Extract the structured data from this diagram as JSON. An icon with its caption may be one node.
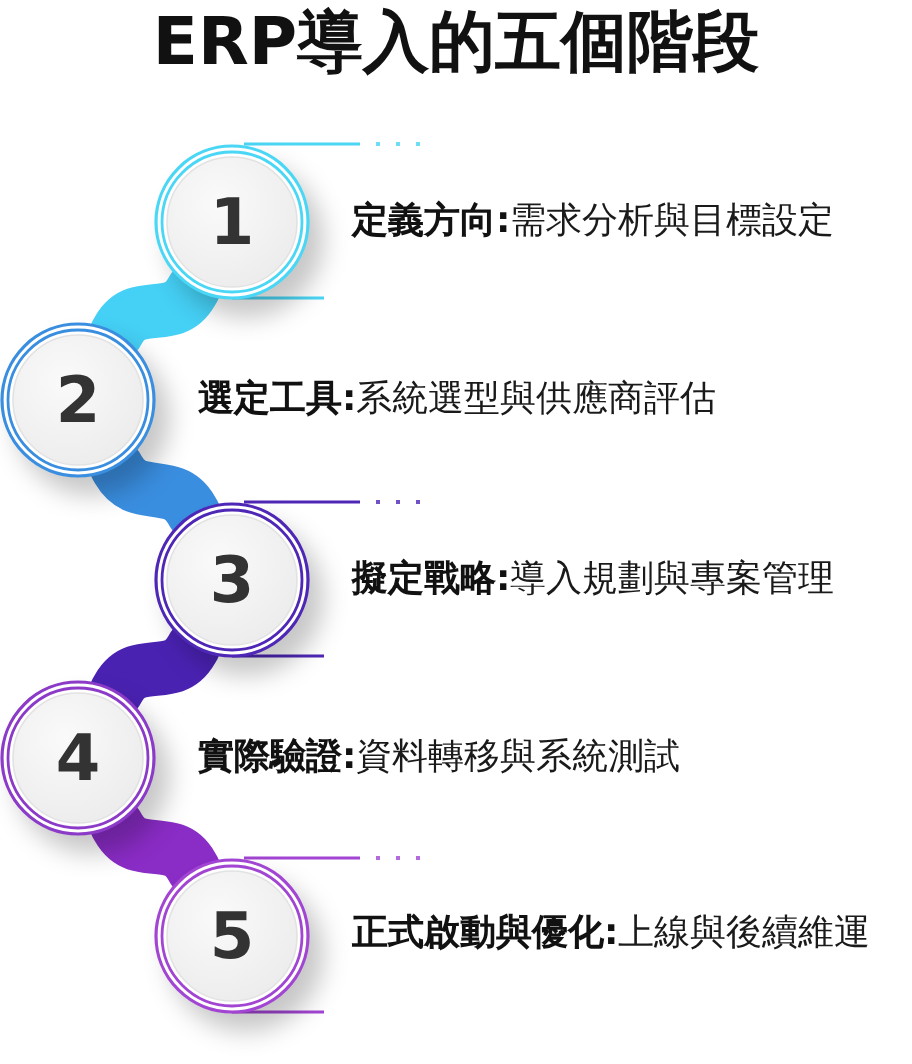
{
  "diagram": {
    "title": "ERP導入的五個階段",
    "nodes": [
      {
        "text": [
          "1"
        ],
        "beside": [
          "**定義方向:**需求分析與目標設定"
        ]
      },
      {
        "text": [
          "2"
        ],
        "beside": [
          "**選定工具:**系統選型與供應商評估"
        ]
      },
      {
        "text": [
          "3"
        ],
        "beside": [
          "**擬定戰略:**導入規劃與專案管理"
        ]
      },
      {
        "text": [
          "4"
        ],
        "beside": [
          "**實際驗證:**資料轉移與系統測試"
        ]
      },
      {
        "text": [
          "5"
        ],
        "beside": [
          "**正式啟動與優化:**上線與後續維運"
        ]
      }
    ],
    "edges": [
      {
        "from": 0,
        "to": 1,
        "arrow": "none",
        "color": "#45d0f5"
      },
      {
        "from": 1,
        "to": 2,
        "arrow": "none",
        "color": "#3a8ee0"
      },
      {
        "from": 2,
        "to": 3,
        "arrow": "none",
        "color": "#4a22b2"
      },
      {
        "from": 3,
        "to": 4,
        "arrow": "none",
        "color": "#8a2cc6"
      }
    ]
  }
}
